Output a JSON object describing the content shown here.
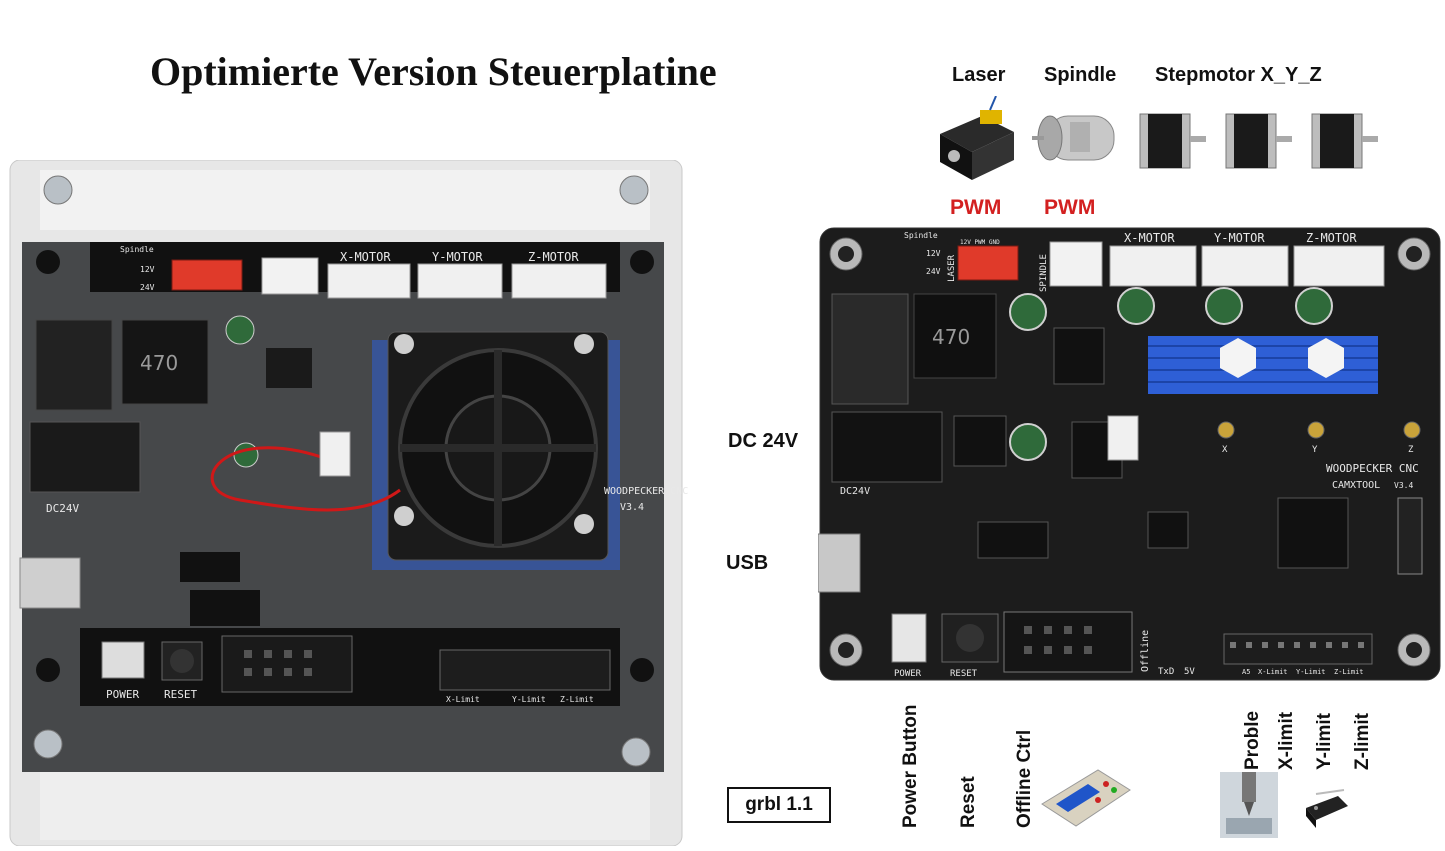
{
  "title": "Optimierte Version Steuerplatine",
  "top_labels": {
    "laser": "Laser",
    "spindle": "Spindle",
    "stepmotor": "Stepmotor X_Y_Z",
    "pwm_laser": "PWM",
    "pwm_spindle": "PWM"
  },
  "side_labels": {
    "dc": "DC 24V",
    "usb": "USB"
  },
  "bottom_labels": {
    "power": "Power Button",
    "reset": "Reset",
    "offline": "Offline Ctrl",
    "proble": "Proble",
    "xlimit": "X-limit",
    "ylimit": "Y-limit",
    "zlimit": "Z-limit",
    "grbl": "grbl 1.1"
  },
  "board_silk": {
    "spindle": "Spindle",
    "v12": "12V",
    "v24": "24V",
    "pwm_header": "12V PWM GND",
    "laser": "LASER",
    "spindle_v": "SPINDLE",
    "x_motor": "X-MOTOR",
    "y_motor": "Y-MOTOR",
    "z_motor": "Z-MOTOR",
    "dc24v": "DC24V",
    "brand": "WOODPECKER CNC",
    "camxtool": "CAMXTOOL",
    "version": "V3.4",
    "power": "POWER",
    "reset": "RESET",
    "offline_v": "Offline",
    "txd": "TxD",
    "v5": "5V",
    "a5": "A5",
    "x_limit": "X-Limit",
    "y_limit": "Y-Limit",
    "z_limit": "Z-Limit",
    "inductor": "470",
    "x": "X",
    "y": "Y",
    "z": "Z"
  },
  "colors": {
    "pcb": "#1c1c1c",
    "silk": "#e8e8e8",
    "heatsink": "#2e5fd6",
    "pwm_red": "#d32020",
    "connector_red": "#e03a2a",
    "acrylic": "#dcdcdc"
  }
}
